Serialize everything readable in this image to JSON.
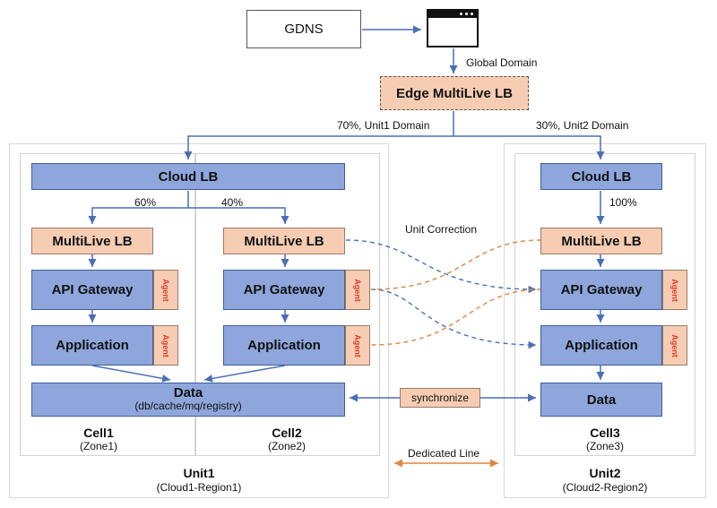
{
  "nodes": {
    "gdns": "GDNS",
    "edge_lb": "Edge MultiLive LB",
    "unit1_cloud_lb": "Cloud LB",
    "unit2_cloud_lb": "Cloud LB",
    "cell1_multilive_lb": "MultiLive LB",
    "cell2_multilive_lb": "MultiLive LB",
    "cell3_multilive_lb": "MultiLive LB",
    "cell1_api_gateway": "API Gateway",
    "cell2_api_gateway": "API Gateway",
    "cell3_api_gateway": "API Gateway",
    "cell1_application": "Application",
    "cell2_application": "Application",
    "cell3_application": "Application",
    "agent": "Agent",
    "unit1_data_title": "Data",
    "unit1_data_detail": "(db/cache/mq/registry)",
    "unit2_data": "Data",
    "synchronize": "synchronize"
  },
  "edge_labels": {
    "global_domain": "Global Domain",
    "unit1_domain": "70%, Unit1 Domain",
    "unit2_domain": "30%, Unit2 Domain",
    "cell1_share": "60%",
    "cell2_share": "40%",
    "cell3_share": "100%",
    "unit_correction": "Unit Correction",
    "dedicated_line": "Dedicated Line"
  },
  "groups": {
    "cell1": {
      "name": "Cell1",
      "zone": "(Zone1)"
    },
    "cell2": {
      "name": "Cell2",
      "zone": "(Zone2)"
    },
    "cell3": {
      "name": "Cell3",
      "zone": "(Zone3)"
    },
    "unit1": {
      "name": "Unit1",
      "region": "(Cloud1-Region1)"
    },
    "unit2": {
      "name": "Unit2",
      "region": "(Cloud2-Region2)"
    }
  },
  "colors": {
    "blue_box": "#8ea6db",
    "peach_box": "#f6cdb2",
    "arrow_blue": "#4a6fb5",
    "arrow_orange": "#e0843c",
    "agent_text": "#e03a2a"
  }
}
